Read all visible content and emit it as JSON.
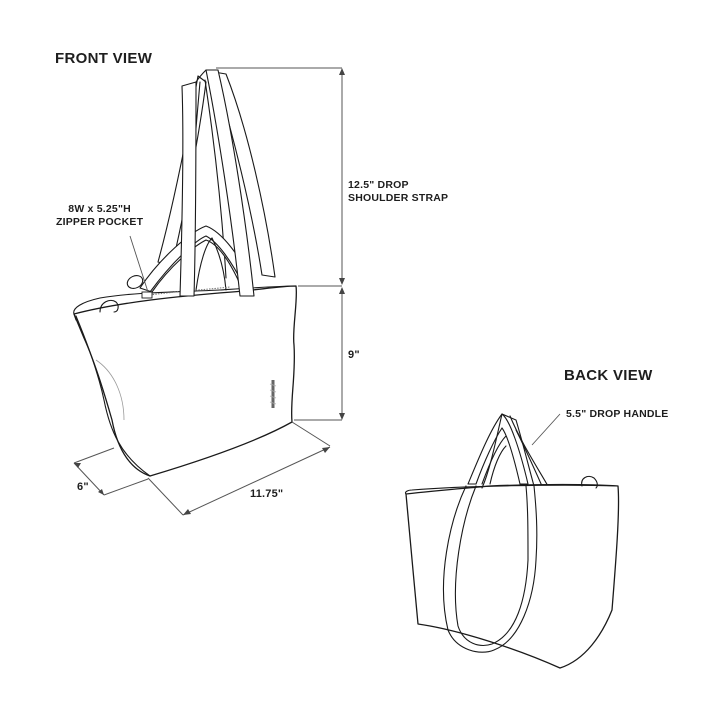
{
  "front_view": {
    "title": "FRONT VIEW",
    "pocket_label_line1": "8W x 5.25\"H",
    "pocket_label_line2": "ZIPPER POCKET",
    "strap_label_line1": "12.5\" DROP",
    "strap_label_line2": "SHOULDER STRAP",
    "height_label": "9\"",
    "depth_label": "6\"",
    "width_label": "11.75\""
  },
  "back_view": {
    "title": "BACK VIEW",
    "handle_label": "5.5\" DROP HANDLE"
  },
  "colors": {
    "line": "#1a1a1a",
    "dimension_line": "#555555",
    "text": "#1e1e1e",
    "background": "#ffffff"
  }
}
